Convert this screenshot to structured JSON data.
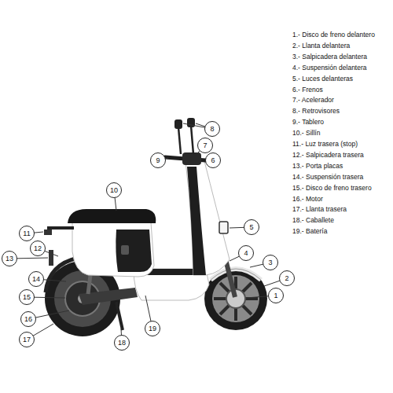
{
  "diagram": {
    "nodes": [
      {
        "text": [
          "1"
        ]
      },
      {
        "text": [
          "2"
        ]
      },
      {
        "text": [
          "3"
        ]
      },
      {
        "text": [
          "4"
        ]
      },
      {
        "text": [
          "5"
        ]
      },
      {
        "text": [
          "6"
        ]
      },
      {
        "text": [
          "7"
        ]
      },
      {
        "text": [
          "8"
        ]
      },
      {
        "text": [
          "9"
        ]
      },
      {
        "text": [
          "10"
        ]
      },
      {
        "text": [
          "11"
        ]
      },
      {
        "text": [
          "12"
        ]
      },
      {
        "text": [
          "13"
        ]
      },
      {
        "text": [
          "14"
        ]
      },
      {
        "text": [
          "15"
        ]
      },
      {
        "text": [
          "16"
        ]
      },
      {
        "text": [
          "17"
        ]
      },
      {
        "text": [
          "18"
        ]
      },
      {
        "text": [
          "19"
        ]
      }
    ],
    "labels": [
      "1.- Disco de freno delantero",
      "2.- Llanta delantera",
      "3.- Salpicadera delantera",
      "4.- Suspensión delantera",
      "5.- Luces delanteras",
      "6.- Frenos",
      "7.- Acelerador",
      "8.- Retrovisores",
      "9.- Tablero",
      "10.- Sillín",
      "11.- Luz trasera (stop)",
      "12.- Salpicadera trasera",
      "13.- Porta placas",
      "14.- Suspensión trasera",
      "15.- Disco de freno trasero",
      "16.- Motor",
      "17.- Llanta trasera",
      "18.- Caballete",
      "19.- Batería"
    ]
  }
}
